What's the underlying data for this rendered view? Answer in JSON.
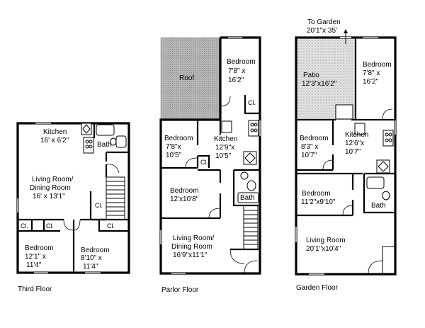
{
  "third_floor": {
    "caption": "Third Floor",
    "kitchen": [
      "Kitchen",
      "16' x 6'2\""
    ],
    "bath": "Bath",
    "living": [
      "Living Room/",
      "Dining Room",
      "16' x 13'1\""
    ],
    "closets": [
      "Cl.",
      "Cl.",
      "Cl.",
      "Cl."
    ],
    "bedroom1": [
      "Bedroom",
      "12'1\" x",
      "11'4\""
    ],
    "bedroom2": [
      "Bedroom",
      "8'10\" x",
      "11'4\""
    ]
  },
  "parlor_floor": {
    "caption": "Parlor Floor",
    "roof": "Roof",
    "bedroom_top": [
      "Bedroom",
      "7'8\" x",
      "16'2\""
    ],
    "closet1": "Cl.",
    "bedroom_small": [
      "Bedroom",
      "7'8\"x",
      "10'5\""
    ],
    "closet2": "Cl.",
    "kitchen": [
      "Kitchen",
      "12'9\"x",
      "10'5\""
    ],
    "bedroom_mid": [
      "Bedroom",
      "12'x10'8\""
    ],
    "bath": "Bath",
    "living": [
      "Living Room/",
      "Dining Room",
      "16'9\"x11'1\""
    ]
  },
  "garden_floor": {
    "caption": "Garden Floor",
    "to_garden": [
      "To Garden",
      "20'1\"x 35'"
    ],
    "patio": [
      "Patio",
      "12'3\"x16'2\""
    ],
    "bedroom_top": [
      "Bedroom",
      "7'8\" x",
      "16'2\""
    ],
    "bedroom_small": [
      "Bedroom",
      "8'3\" x",
      "10'7\""
    ],
    "kitchen": [
      "Kitchen",
      "12'6\"x",
      "10'7\""
    ],
    "bedroom_mid": [
      "Bedroom",
      "11'2\"x9'10\""
    ],
    "bath": "Bath",
    "living": [
      "Living Room",
      "20'1\"x10'4\""
    ]
  }
}
